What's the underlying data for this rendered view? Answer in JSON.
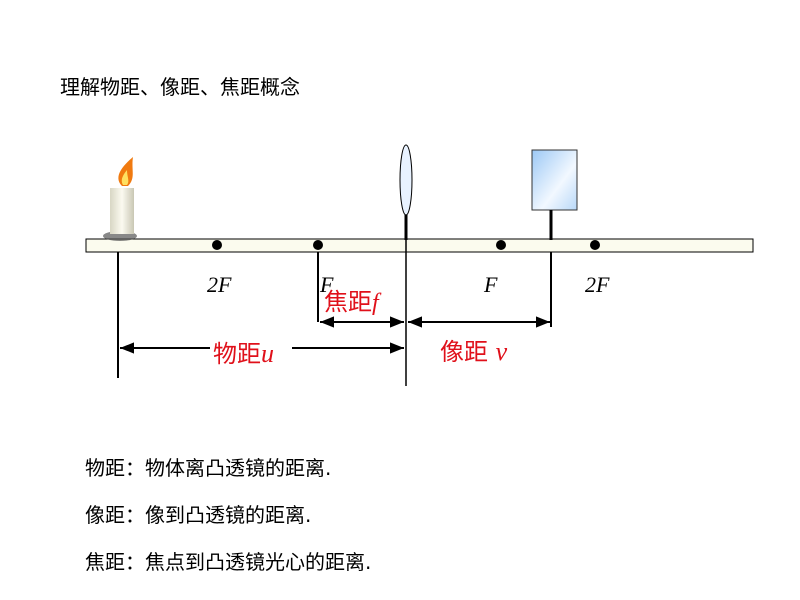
{
  "title": "理解物距、像距、焦距概念",
  "diagram": {
    "labels": {
      "left_2f": "2F",
      "left_f": "F",
      "right_f": "F",
      "right_2f": "2F"
    },
    "focal_length": {
      "text": "焦距",
      "symbol": "f"
    },
    "object_distance": {
      "text": "物距",
      "symbol": "u"
    },
    "image_distance": {
      "text": "像距 ",
      "symbol": "v"
    },
    "colors": {
      "accent": "#e0101a"
    }
  },
  "definitions": [
    "物距：物体离凸透镜的距离.",
    "像距：像到凸透镜的距离.",
    "焦距：焦点到凸透镜光心的距离."
  ]
}
